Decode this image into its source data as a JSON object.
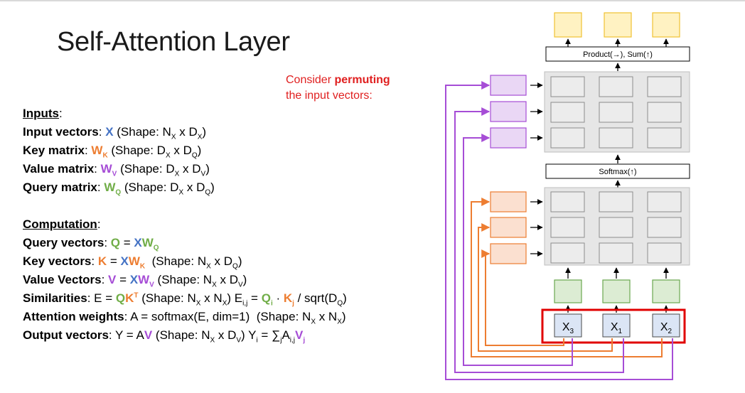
{
  "title": "Self-Attention Layer",
  "consider": {
    "prefix": "Consider ",
    "bold": "permuting",
    "line2": "the input vectors:"
  },
  "inputs": {
    "header": "Inputs",
    "rows": [
      {
        "label": "Input vectors",
        "sym": "X",
        "sub": "",
        "shape_a": "N",
        "shape_a_sub": "X",
        "shape_b": "D",
        "shape_b_sub": "X"
      },
      {
        "label": "Key matrix",
        "sym": "W",
        "sub": "K",
        "shape_a": "D",
        "shape_a_sub": "X",
        "shape_b": "D",
        "shape_b_sub": "Q"
      },
      {
        "label": "Value matrix",
        "sym": "W",
        "sub": "V",
        "shape_a": "D",
        "shape_a_sub": "X",
        "shape_b": "D",
        "shape_b_sub": "V"
      },
      {
        "label": "Query matrix",
        "sym": "W",
        "sub": "Q",
        "shape_a": "D",
        "shape_a_sub": "X",
        "shape_b": "D",
        "shape_b_sub": "Q"
      }
    ]
  },
  "computation": {
    "header": "Computation",
    "query": "Query vectors",
    "key": "Key vectors",
    "value": "Value Vectors",
    "sim": "Similarities",
    "attn": "Attention weights",
    "attn_formula": "A = softmax(E, dim=1)",
    "out": "Output vectors"
  },
  "diagram": {
    "product_label": "Product(→),  Sum(↑)",
    "softmax_label": "Softmax(↑)",
    "inputs": [
      "X3",
      "X1",
      "X2"
    ],
    "colors": {
      "purple": "#a64dd6",
      "purple_fill": "#ead7f5",
      "orange": "#ed7d31",
      "orange_fill": "#fbe0d0",
      "green_fill": "#dcecd3",
      "green_border": "#6aa84f",
      "blue_fill": "#dbe5f5",
      "yellow_fill": "#fff2c2",
      "yellow_border": "#f1c232",
      "red": "#e00000"
    }
  }
}
